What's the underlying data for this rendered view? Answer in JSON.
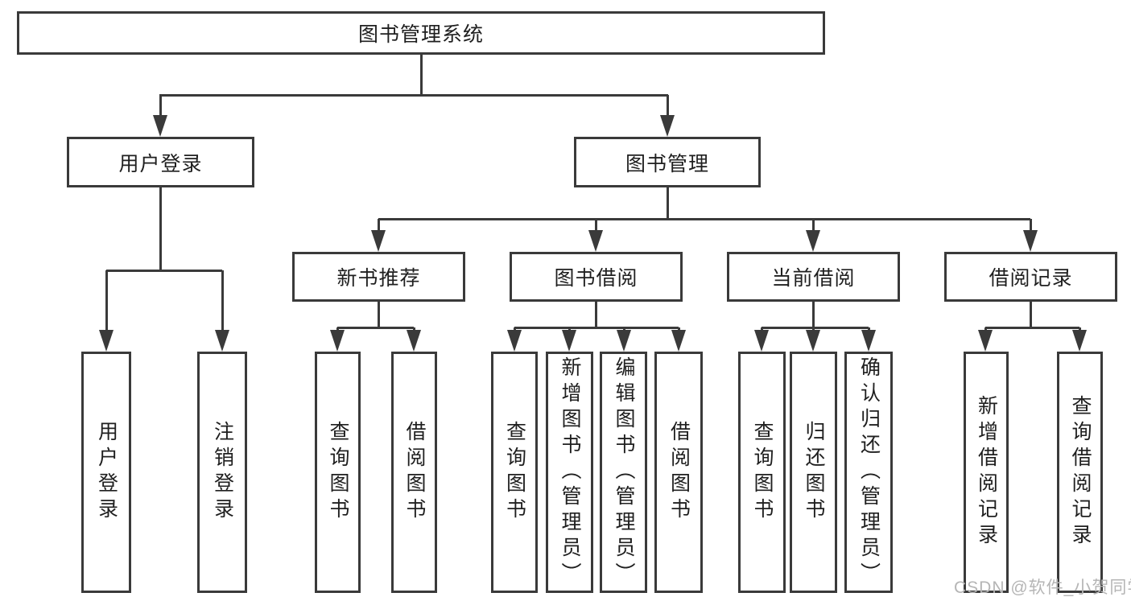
{
  "diagram_title": "图书管理系统",
  "colors": {
    "line": "#3a3a3a",
    "box_border": "#3a3a3a",
    "box_fill": "#ffffff",
    "text": "#1f1f1f",
    "watermark": "#b5b5b5",
    "background": "#ffffff"
  },
  "nodes": {
    "root": "图书管理系统",
    "user_login": "用户登录",
    "book_mgmt": "图书管理",
    "new_rec": "新书推荐",
    "book_borrow": "图书借阅",
    "cur_borrow": "当前借阅",
    "borrow_rec": "借阅记录",
    "leaf_user_login": "用户登录",
    "leaf_logout": "注销登录",
    "leaf_query_1": "查询图书",
    "leaf_borrow_1": "借阅图书",
    "leaf_query_2": "查询图书",
    "leaf_add_book": "新增图书（管理员）",
    "leaf_edit_book": "编辑图书（管理员）",
    "leaf_borrow_2": "借阅图书",
    "leaf_query_3": "查询图书",
    "leaf_return": "归还图书",
    "leaf_confirm_return": "确认归还（管理员）",
    "leaf_add_record": "新增借阅记录",
    "leaf_query_record": "查询借阅记录"
  },
  "hierarchy": {
    "图书管理系统": {
      "用户登录": [
        "用户登录",
        "注销登录"
      ],
      "图书管理": {
        "新书推荐": [
          "查询图书",
          "借阅图书"
        ],
        "图书借阅": [
          "查询图书",
          "新增图书（管理员）",
          "编辑图书（管理员）",
          "借阅图书"
        ],
        "当前借阅": [
          "查询图书",
          "归还图书",
          "确认归还（管理员）"
        ],
        "借阅记录": [
          "新增借阅记录",
          "查询借阅记录"
        ]
      }
    }
  },
  "watermark": "CSDN @软件_小贺同学"
}
